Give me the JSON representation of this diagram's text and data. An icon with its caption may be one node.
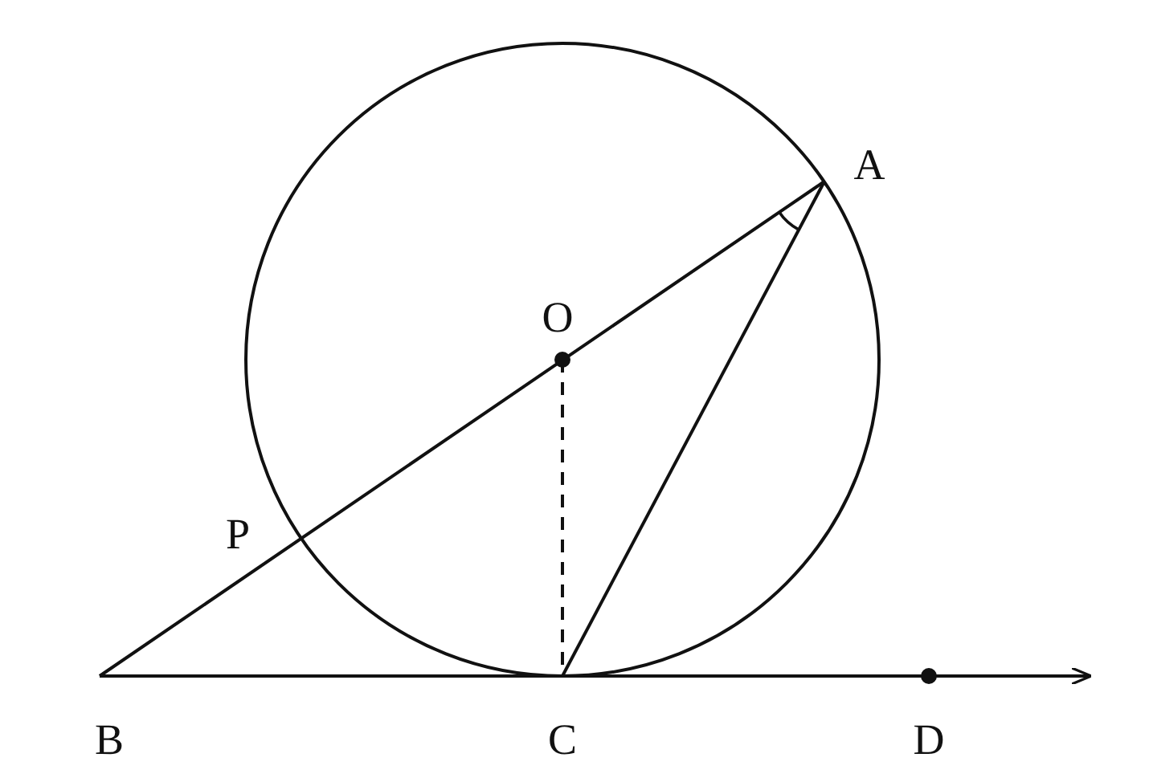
{
  "diagram": {
    "labels": [
      "A",
      "O",
      "P",
      "B",
      "C",
      "D"
    ]
  }
}
